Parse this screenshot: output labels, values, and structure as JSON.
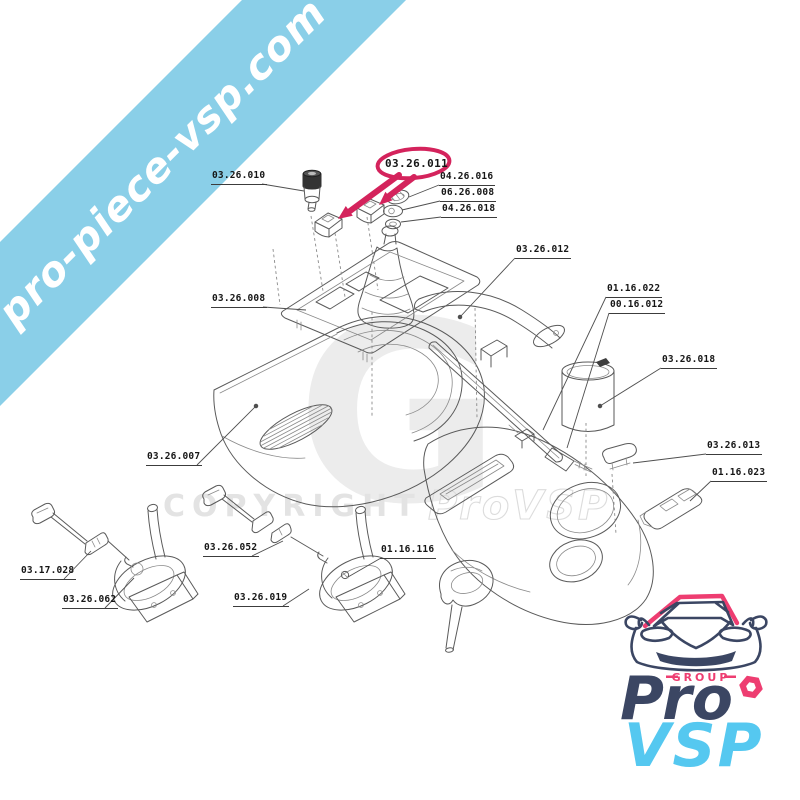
{
  "page": {
    "type": "spare-parts-exploded-diagram",
    "background": "#ffffff"
  },
  "banner": {
    "text": "pro-piece-vsp.com",
    "color": "#8ACFE8",
    "text_color": "#ffffff"
  },
  "watermarks": {
    "monogram": "G",
    "copyright": "COPYRIGHT",
    "brand": "ProVSP"
  },
  "diagram": {
    "subject": "center console exploded view",
    "highlight_color": "#D4235C",
    "highlighted_part": "03.26.011",
    "parts": [
      {
        "number": "03.26.010",
        "highlighted": false
      },
      {
        "number": "03.26.011",
        "highlighted": true
      },
      {
        "number": "04.26.016",
        "highlighted": false
      },
      {
        "number": "06.26.008",
        "highlighted": false
      },
      {
        "number": "04.26.018",
        "highlighted": false
      },
      {
        "number": "03.26.012",
        "highlighted": false
      },
      {
        "number": "01.16.022",
        "highlighted": false
      },
      {
        "number": "00.16.012",
        "highlighted": false
      },
      {
        "number": "03.26.018",
        "highlighted": false
      },
      {
        "number": "03.26.013",
        "highlighted": false
      },
      {
        "number": "01.16.023",
        "highlighted": false
      },
      {
        "number": "03.26.008",
        "highlighted": false
      },
      {
        "number": "03.26.007",
        "highlighted": false
      },
      {
        "number": "03.17.028",
        "highlighted": false
      },
      {
        "number": "03.26.062",
        "highlighted": false
      },
      {
        "number": "03.26.052",
        "highlighted": false
      },
      {
        "number": "03.26.019",
        "highlighted": false
      },
      {
        "number": "01.16.116",
        "highlighted": false
      }
    ]
  },
  "logo": {
    "group_label": "GROUP",
    "brand_top": "Pro",
    "brand_bottom": "VSP",
    "colors": {
      "navy": "#3B4663",
      "blue": "#55C8F0",
      "pink": "#EE3D71"
    }
  }
}
